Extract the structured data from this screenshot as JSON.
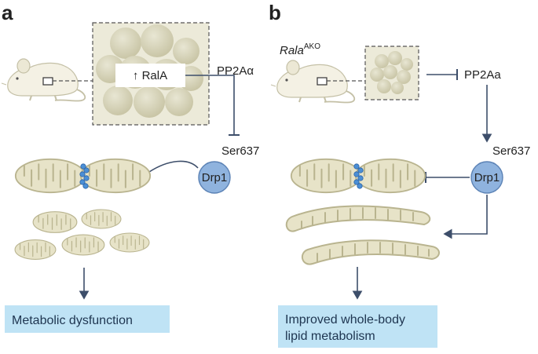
{
  "panel_a": {
    "label": "a",
    "ral_box": "↑ RalA",
    "pp2a": "PP2Aα",
    "ser": "Ser637",
    "drp1": "Drp1",
    "outcome": "Metabolic dysfunction"
  },
  "panel_b": {
    "label": "b",
    "rala_italic": "Rala",
    "rala_sup": "AKO",
    "pp2a": "PP2Aa",
    "ser": "Ser637",
    "drp1": "Drp1",
    "outcome_line1": "Improved whole-body",
    "outcome_line2": "lipid metabolism"
  },
  "colors": {
    "fat_fill": "#d8d5ba",
    "mito_fill": "#e7e3c8",
    "mito_stroke": "#b9b48f",
    "drp1_fill": "#8fb3de",
    "drp1_stroke": "#5b82b5",
    "arrow": "#3d4e6a",
    "outcome_box": "#bfe3f5"
  }
}
